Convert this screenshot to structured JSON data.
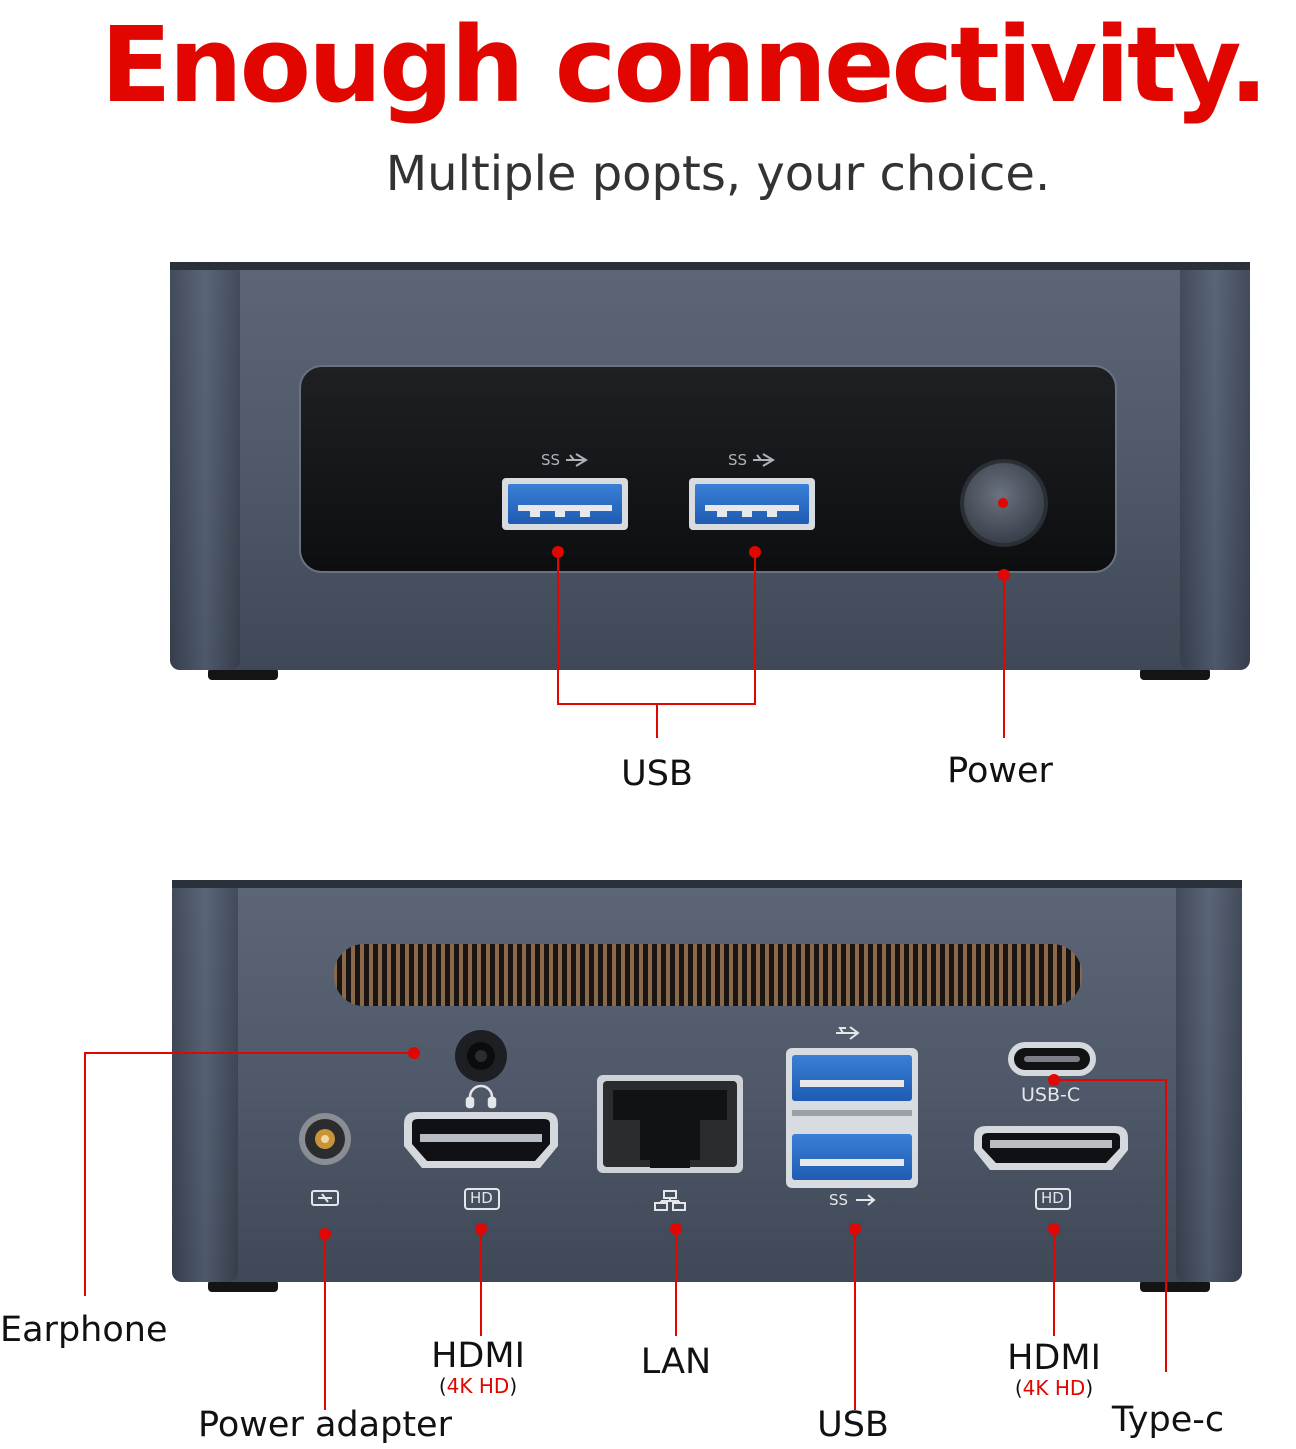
{
  "headline": "Enough connectivity.",
  "subheadline": "Multiple popts, your choice.",
  "front_panel": {
    "usb_label": "USB",
    "power_label": "Power",
    "usb_port_icon_text": "SS"
  },
  "rear_panel": {
    "earphone_label": "Earphone",
    "power_adapter_label": "Power adapter",
    "hdmi_left_label": "HDMI",
    "hdmi_left_sub": "4K HD",
    "lan_label": "LAN",
    "usb_label": "USB",
    "hdmi_right_label": "HDMI",
    "hdmi_right_sub": "4K HD",
    "typec_label": "Type-c",
    "usbc_port_text": "USB-C",
    "hd_badge": "HD",
    "ss_text": "SS"
  },
  "colors": {
    "accent": "#e10600",
    "device_body": "#4a5566",
    "panel_black": "#141517"
  }
}
